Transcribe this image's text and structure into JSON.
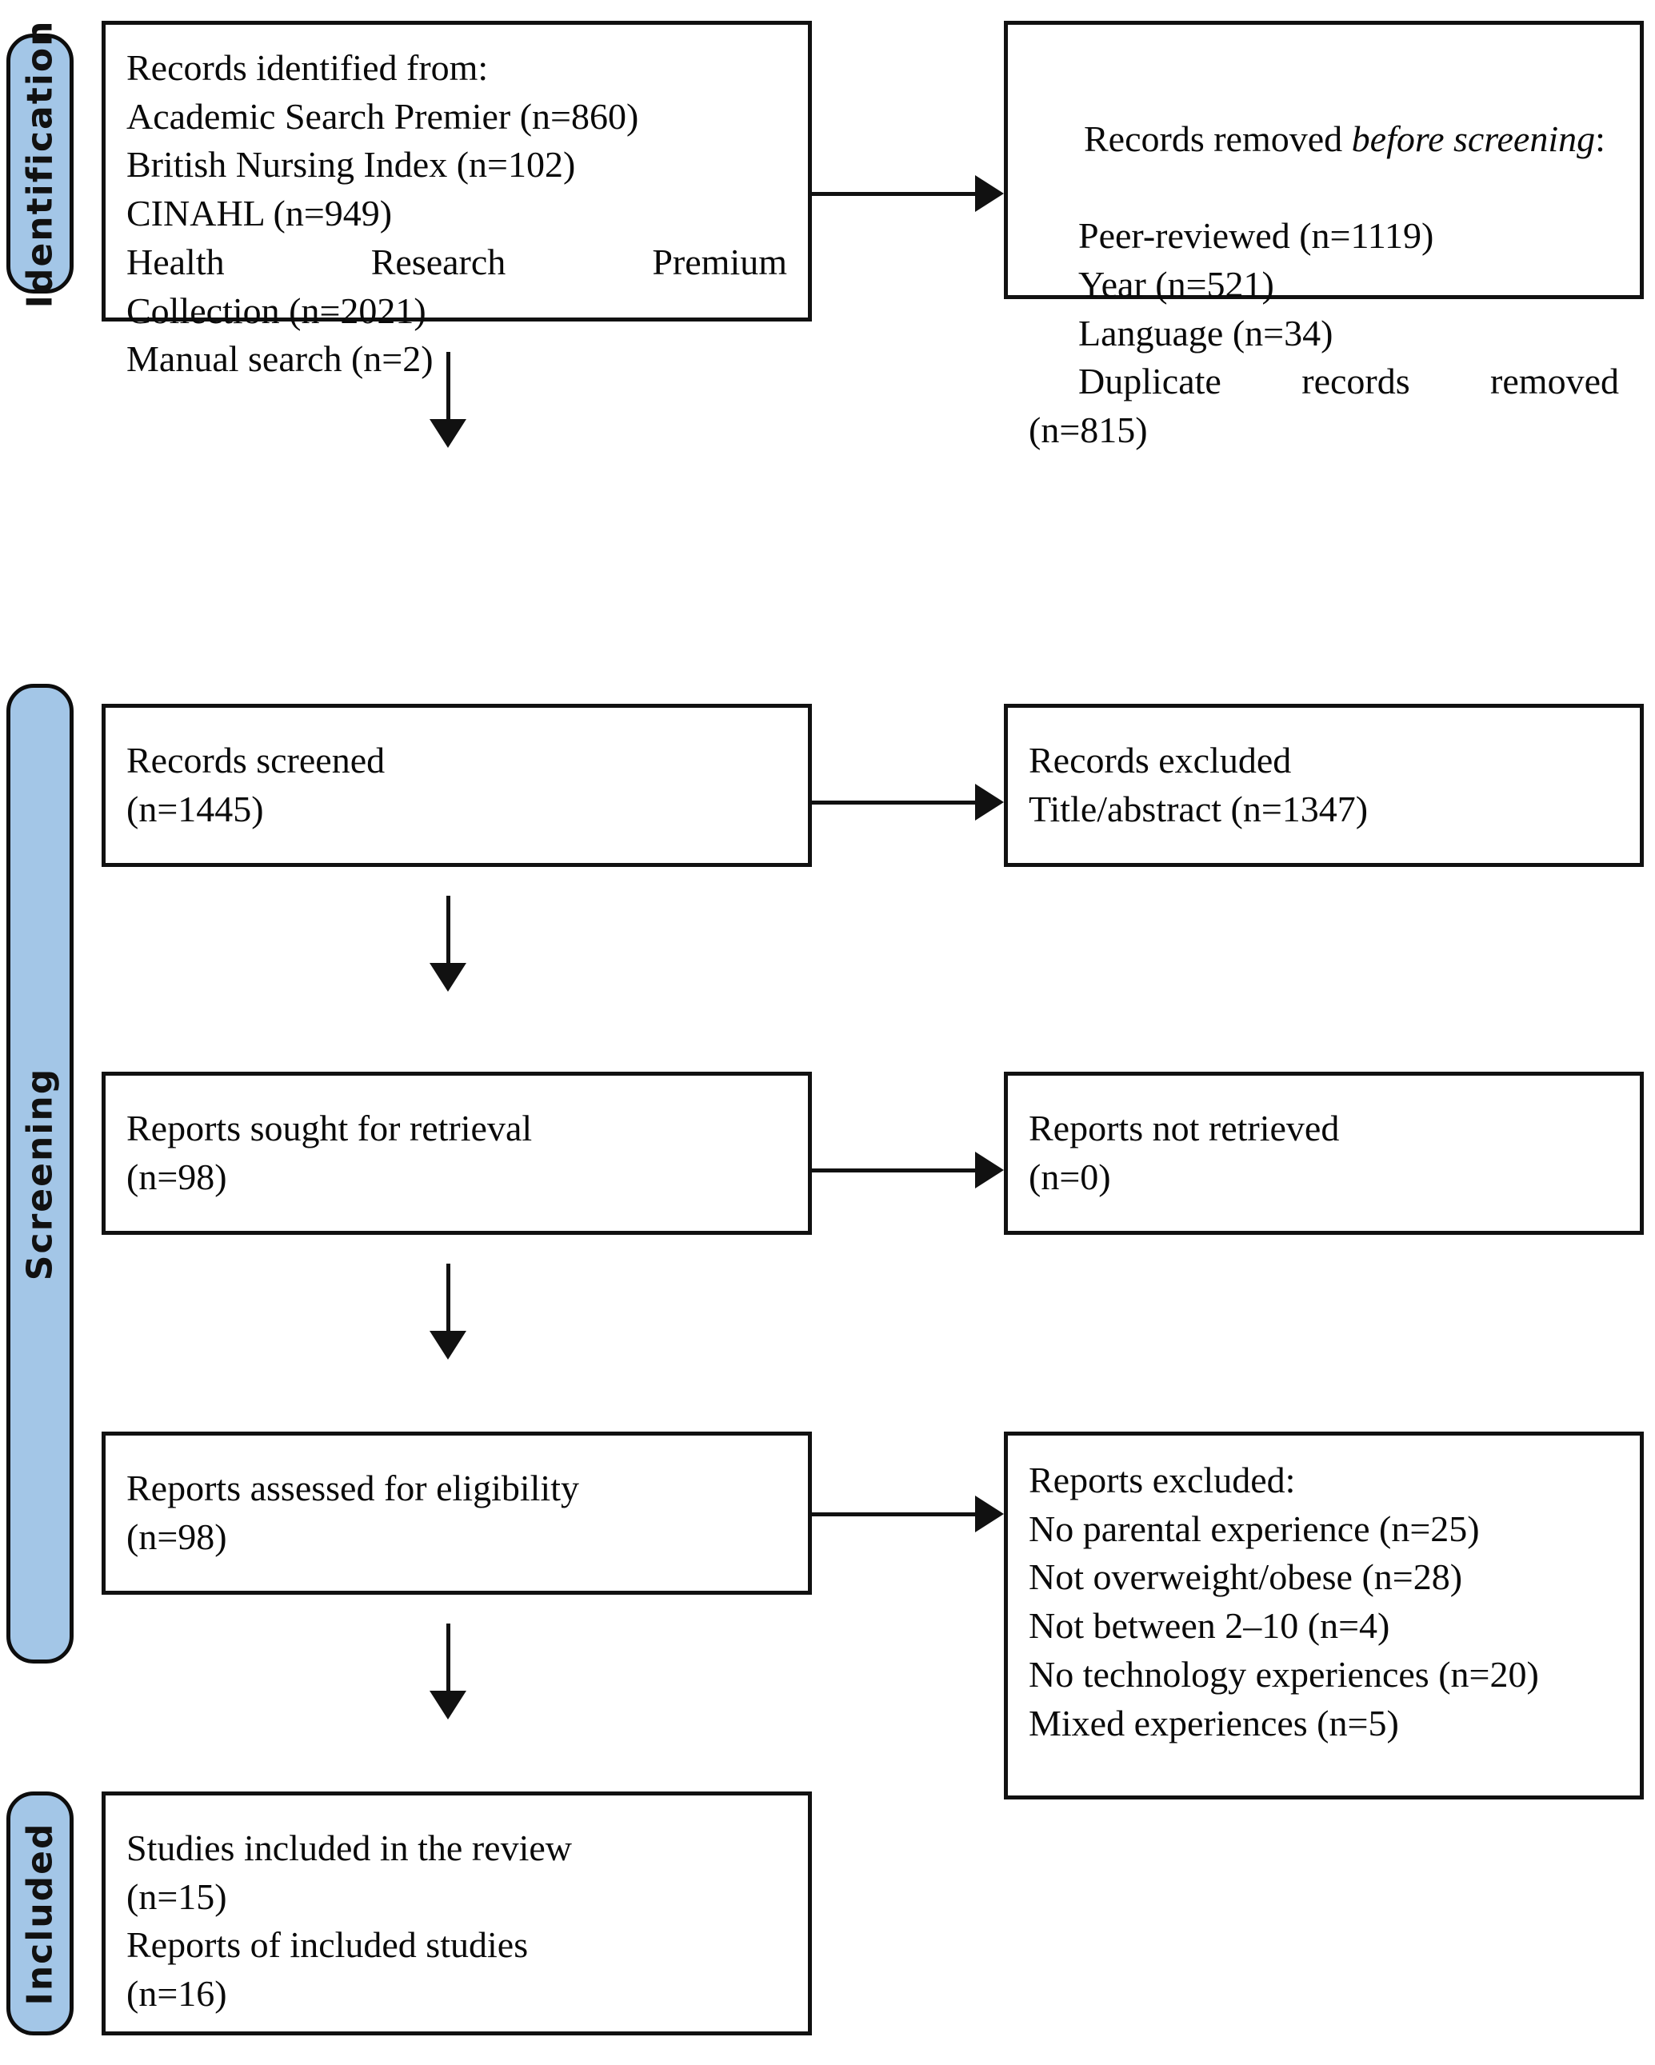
{
  "diagram": {
    "type": "prisma-flow-diagram",
    "accent_color": "#a3c6e7",
    "border_color": "#111111",
    "background_color": "#ffffff"
  },
  "stages": {
    "identification": "Identification",
    "screening": "Screening",
    "included": "Included"
  },
  "boxes": {
    "records_identified": {
      "title": "Records identified from:",
      "sources": [
        "Academic Search Premier (n=860)",
        "British Nursing Index (n=102)",
        "CINAHL (n=949)"
      ],
      "source_wrapped_1": "Health Research Premium",
      "source_wrapped_2": "Collection (n=2021)",
      "manual": "Manual search (n=2)"
    },
    "records_removed": {
      "title_lead": "Records removed ",
      "title_italic": "before screening",
      "title_tail": ":",
      "items": [
        "Peer-reviewed (n=1119)",
        "Year (n=521)",
        "Language (n=34)"
      ],
      "duplicate_line_1": "Duplicate records removed",
      "duplicate_line_2": "(n=815)"
    },
    "records_screened": {
      "label": "Records screened",
      "count": "(n=1445)"
    },
    "records_excluded": {
      "label": "Records excluded",
      "detail": "Title/abstract (n=1347)"
    },
    "reports_sought": {
      "label": "Reports sought for retrieval",
      "count": "(n=98)"
    },
    "reports_not_retrieved": {
      "label": "Reports not retrieved",
      "count": "(n=0)"
    },
    "reports_assessed": {
      "label": "Reports assessed for eligibility",
      "count": "(n=98)"
    },
    "reports_excluded": {
      "title": "Reports excluded:",
      "reasons": [
        "No parental experience (n=25)",
        "Not overweight/obese (n=28)",
        "Not between 2–10 (n=4)",
        "No technology experiences (n=20)",
        "Mixed experiences (n=5)"
      ]
    },
    "studies_included": {
      "label_studies": "Studies included in the review",
      "count_studies": "(n=15)",
      "label_reports": "Reports of included studies",
      "count_reports": "(n=16)"
    }
  }
}
